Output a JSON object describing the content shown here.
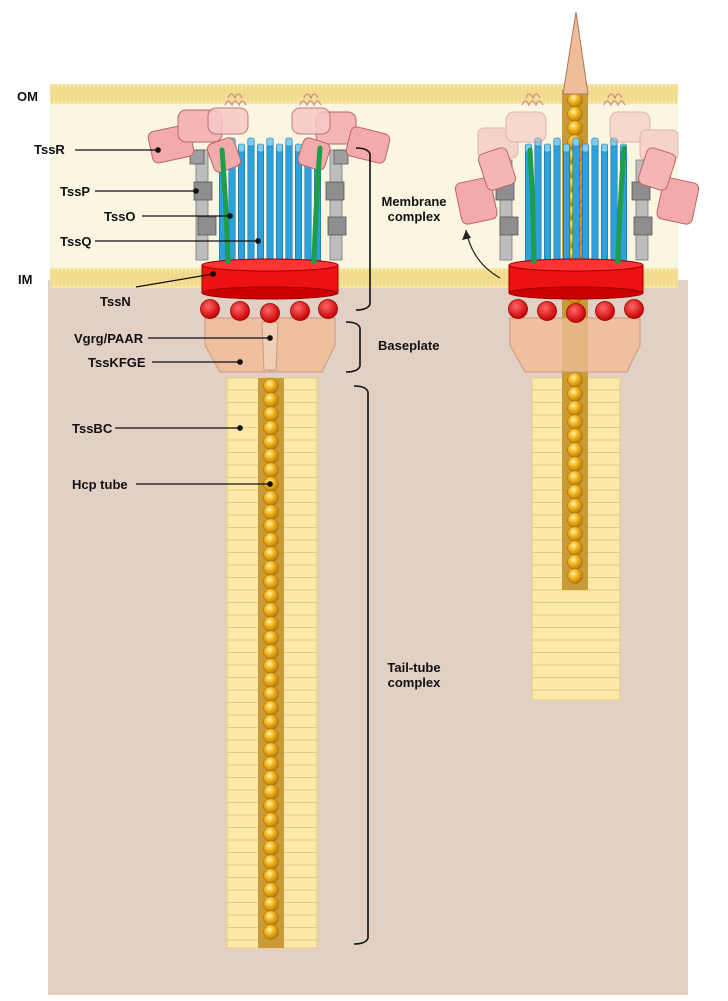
{
  "membranes": {
    "om": "OM",
    "im": "IM"
  },
  "components": {
    "tssr": "TssR",
    "tssp": "TssP",
    "tsso": "TssO",
    "tssq": "TssQ",
    "tssn": "TssN",
    "vgrg": "Vgrg/PAAR",
    "tsskfge": "TssKFGE",
    "tssbc": "TssBC",
    "hcp": "Hcp tube"
  },
  "complexes": {
    "membrane_line1": "Membrane",
    "membrane_line2": "complex",
    "baseplate": "Baseplate",
    "tail_line1": "Tail-tube",
    "tail_line2": "complex"
  },
  "colors": {
    "periplasm": "#fbf6e2",
    "membrane": "#f6e6a6",
    "cytoplasm": "#e2d0c4",
    "sheath": "#fce9a8",
    "hcp": "#f2b521",
    "red_ring": "#ee1111",
    "blue_helix": "#2ca1dc",
    "green_strand": "#1e9e4a",
    "pink_domain": "#f2aaaa",
    "baseplate": "#efbf9f",
    "spike": "#efbe98"
  }
}
